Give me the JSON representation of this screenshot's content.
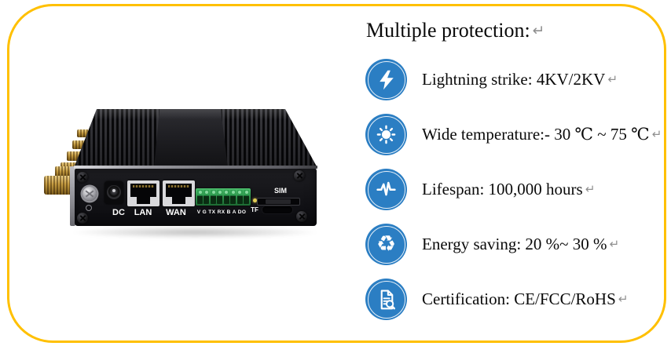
{
  "frame": {
    "border_color": "#FFC000"
  },
  "title": {
    "text": "Multiple protection:",
    "return_mark": "↵"
  },
  "icon_color": "#2B7EC3",
  "glyphs": {
    "recycle": "♻"
  },
  "features": [
    {
      "icon": "lightning-icon",
      "text": "Lightning strike: 4KV/2KV",
      "return_mark": "↵"
    },
    {
      "icon": "sun-icon",
      "text": "Wide temperature:- 30 ℃ ~ 75 ℃",
      "return_mark": "↵"
    },
    {
      "icon": "pulse-icon",
      "text": "Lifespan: 100,000 hours",
      "return_mark": "↵"
    },
    {
      "icon": "recycle-icon",
      "text": "Energy saving: 20 %~ 30 %",
      "return_mark": "↵"
    },
    {
      "icon": "document-search-icon",
      "text": "Certification: CE/FCC/RoHS",
      "return_mark": "↵"
    }
  ],
  "device": {
    "labels": {
      "dc": "DC",
      "lan": "LAN",
      "wan": "WAN",
      "terminal": "V G TX RX B A DO",
      "sim": "SIM",
      "tf": "TF"
    }
  }
}
